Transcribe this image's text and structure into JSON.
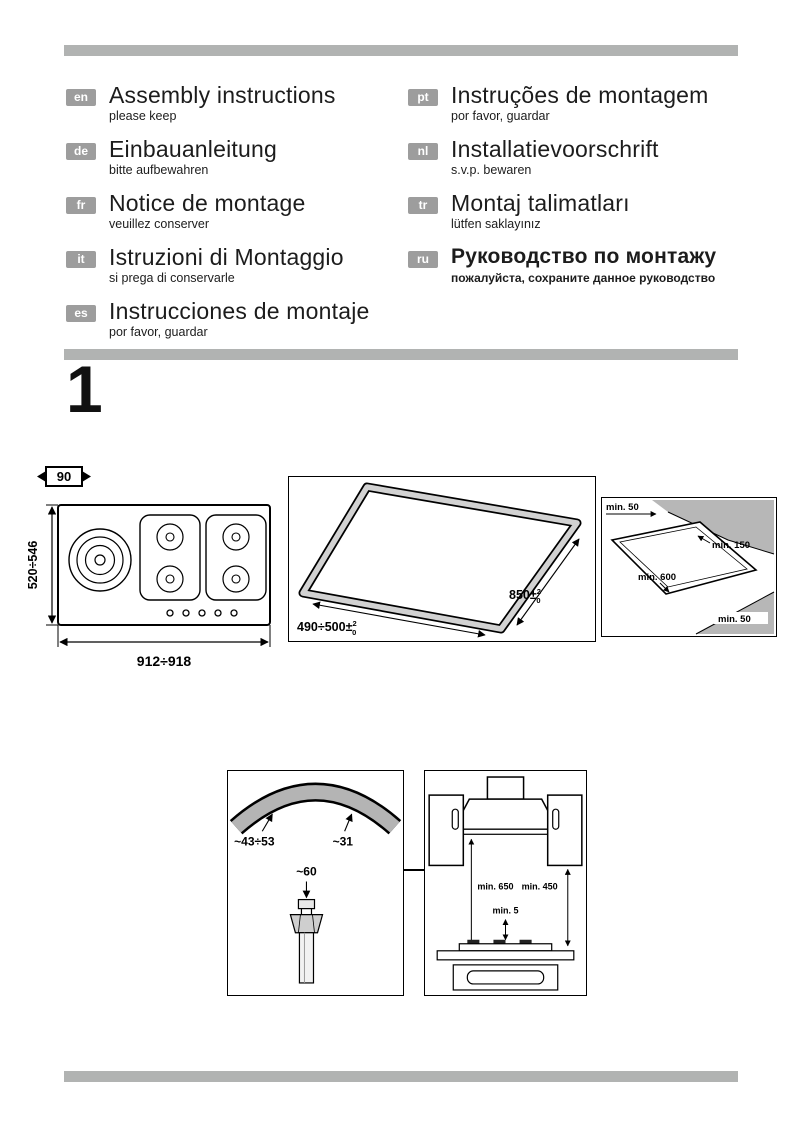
{
  "languages": {
    "left": [
      {
        "code": "en",
        "title": "Assembly instructions",
        "subtitle": "please keep"
      },
      {
        "code": "de",
        "title": "Einbauanleitung",
        "subtitle": "bitte aufbewahren"
      },
      {
        "code": "fr",
        "title": "Notice de montage",
        "subtitle": "veuillez conserver"
      },
      {
        "code": "it",
        "title": "Istruzioni di Montaggio",
        "subtitle": "si prega di conservarle"
      },
      {
        "code": "es",
        "title": "Instrucciones de montaje",
        "subtitle": "por favor, guardar"
      }
    ],
    "right": [
      {
        "code": "pt",
        "title": "Instruções de montagem",
        "subtitle": "por favor, guardar"
      },
      {
        "code": "nl",
        "title": "Installatievoorschrift",
        "subtitle": "s.v.p. bewaren"
      },
      {
        "code": "tr",
        "title": "Montaj talimatları",
        "subtitle": "lütfen saklayınız"
      },
      {
        "code": "ru",
        "title": "Руководство по монтажу",
        "subtitle": "пожалуйста, сохраните данное руководство"
      }
    ]
  },
  "step": {
    "number": "1"
  },
  "figure": {
    "hob": {
      "width_class": "90",
      "depth_range": "520÷546",
      "width_range": "912÷918"
    },
    "cutout": {
      "width": "850±",
      "width_sup": "2",
      "width_sub": "0",
      "depth": "490÷500±",
      "depth_sup": "2",
      "depth_sub": "0"
    },
    "clearances": {
      "rear": "min. 50",
      "right": "min. 150",
      "front": "min. 600",
      "side": "min. 50"
    },
    "corner": {
      "left": "~43÷53",
      "right": "~31",
      "center": "~60"
    },
    "hood": {
      "left": "min. 650",
      "right": "min. 450",
      "gap": "min. 5"
    }
  },
  "colors": {
    "divider_bar": "#b1b3b2",
    "badge": "#9d9d9d",
    "wall_shading": "#b7b7b7"
  }
}
